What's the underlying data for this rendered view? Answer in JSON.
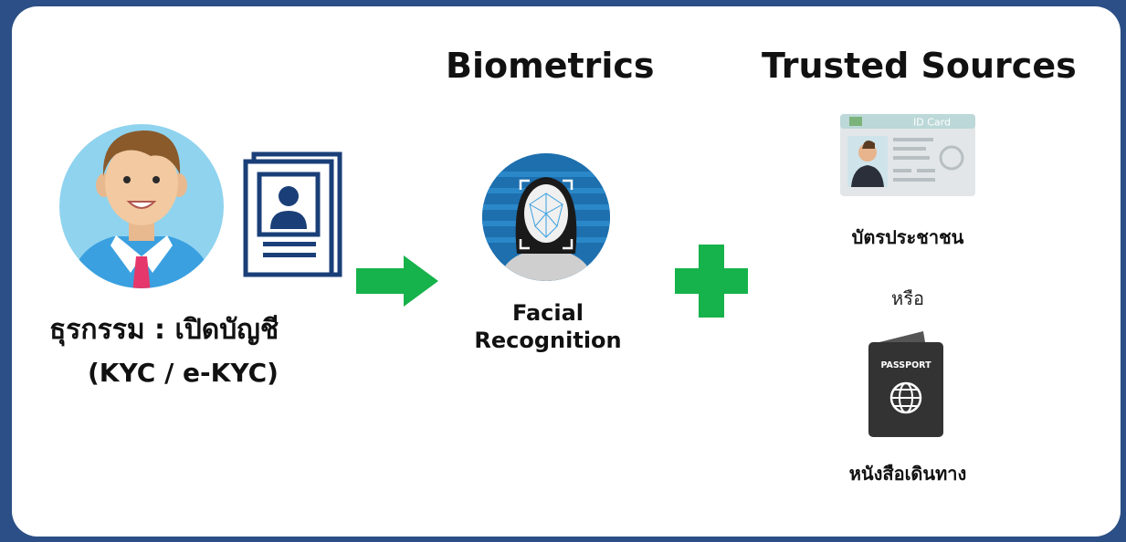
{
  "headings": {
    "biometrics": "Biometrics",
    "trusted_sources": "Trusted Sources"
  },
  "transaction": {
    "title": "ธุรกรรม : เปิดบัญชี",
    "subtitle": "(KYC / e-KYC)"
  },
  "facial": {
    "line1": "Facial",
    "line2": "Recognition"
  },
  "sources": {
    "id_card_label": "ID Card",
    "id_card_caption": "บัตรประชาชน",
    "or": "หรือ",
    "passport_label": "PASSPORT",
    "passport_caption": "หนังสือเดินทาง"
  },
  "colors": {
    "border": "#2b4f86",
    "arrow": "#16b24b",
    "plus": "#16b24b",
    "avatar_bg": "#8fd3ef",
    "doc_blue": "#1a3f78",
    "passport": "#333333"
  },
  "icons": [
    "user-avatar-icon",
    "id-document-icon",
    "arrow-right-icon",
    "facial-recognition-icon",
    "plus-icon",
    "id-card-icon",
    "passport-icon"
  ]
}
